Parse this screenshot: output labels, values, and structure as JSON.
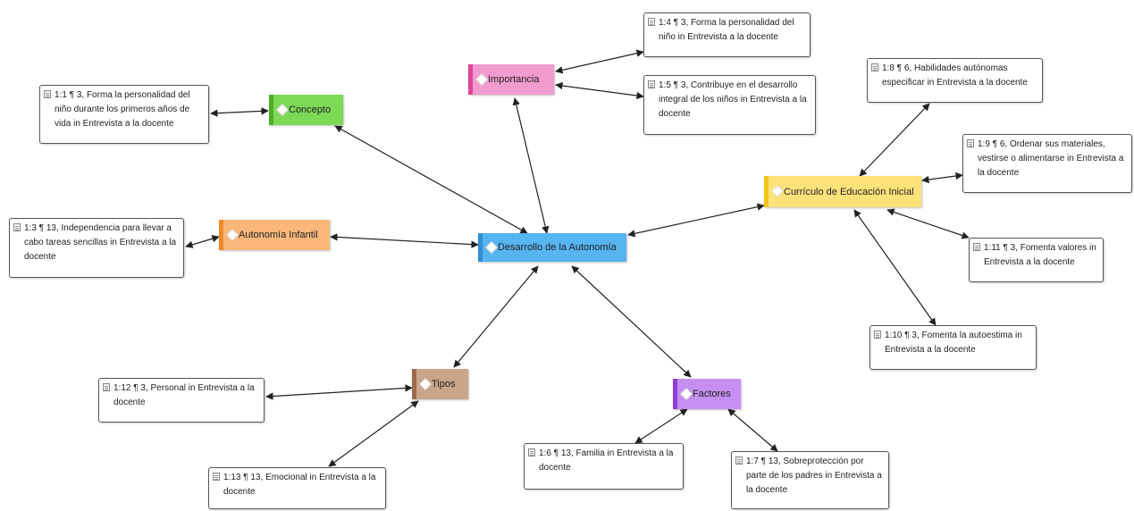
{
  "codes": {
    "central": {
      "label": "Desarrollo de la Autonomía",
      "color": "#56b4f0",
      "bar": "#2d8fd6"
    },
    "concepto": {
      "label": "Concepto",
      "color": "#7ed957",
      "bar": "#4caf2a"
    },
    "importancia": {
      "label": "Importancia",
      "color": "#f29bcf",
      "bar": "#e0459b"
    },
    "curriculo": {
      "label": "Currículo de Educación Inicial",
      "color": "#fde27a",
      "bar": "#f0c419"
    },
    "autonomia": {
      "label": "Autonomía Infantil",
      "color": "#fbb77a",
      "bar": "#f08a2a"
    },
    "tipos": {
      "label": "Tipos",
      "color": "#c9a58a",
      "bar": "#9b6b4d"
    },
    "factores": {
      "label": "Factores",
      "color": "#c58ef0",
      "bar": "#8e3fd1"
    }
  },
  "quotes": {
    "q1_1": "1:1 ¶ 3, Forma la personalidad del niño durante los primeros años de vida in Entrevista a la docente",
    "q1_4": "1:4 ¶ 3, Forma la personalidad del niño in Entrevista a la docente",
    "q1_5": "1:5 ¶ 3, Contribuye en el desarrollo integral de los niños in Entrevista a la docente",
    "q1_8": "1:8 ¶ 6, Habilidades autónomas especificar in Entrevista a la docente",
    "q1_9": "1:9 ¶ 6, Ordenar sus materiales, vestirse o alimentarse in Entrevista a la docente",
    "q1_11": "1:11 ¶ 3, Fomenta valores in Entrevista a la docente",
    "q1_10": "1:10 ¶ 3, Fomenta la autoestima in Entrevista a la docente",
    "q1_3": "1:3 ¶ 13, Independencia para llevar a cabo tareas sencillas in Entrevista a la docente",
    "q1_12": "1:12 ¶ 3, Personal in Entrevista a la docente",
    "q1_13": "1:13 ¶ 13, Emocional in Entrevista a la docente",
    "q1_6": "1:6 ¶ 13, Familia in Entrevista a la docente",
    "q1_7": "1:7 ¶ 13, Sobreprotección por parte de los padres in Entrevista a la docente"
  },
  "colors": {
    "edge": "#222222"
  }
}
